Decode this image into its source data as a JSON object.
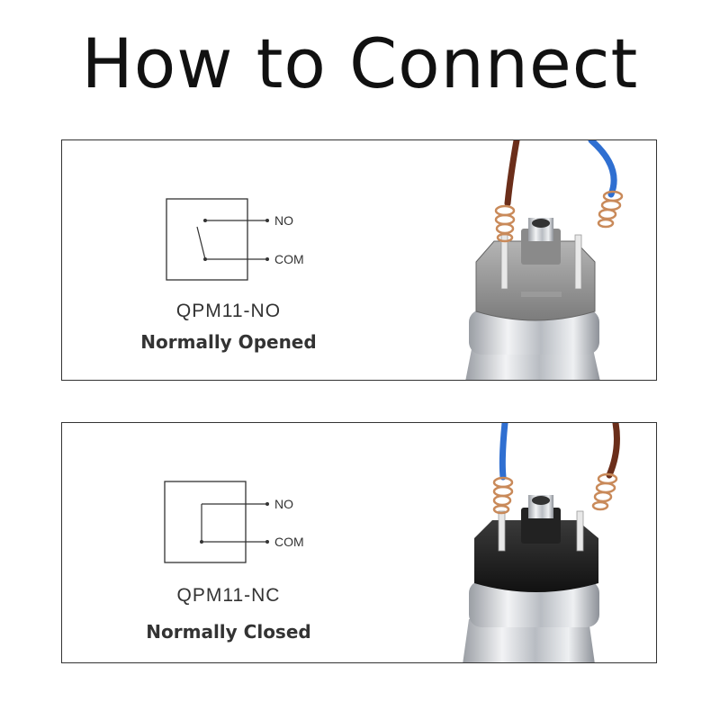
{
  "title": "How to Connect",
  "panels": [
    {
      "model": "QPM11-NO",
      "mode": "Normally Opened",
      "terminal_no": "NO",
      "terminal_com": "COM",
      "contact": "open",
      "cap_color": "#8f8f8f"
    },
    {
      "model": "QPM11-NC",
      "mode": "Normally Closed",
      "terminal_no": "NO",
      "terminal_com": "COM",
      "contact": "closed",
      "cap_color": "#1c1c1c"
    }
  ],
  "colors": {
    "wire_brown": "#6b2e1a",
    "wire_blue": "#2f6fd1",
    "copper": "#c98a5a",
    "steel": "#c9ccd1"
  }
}
